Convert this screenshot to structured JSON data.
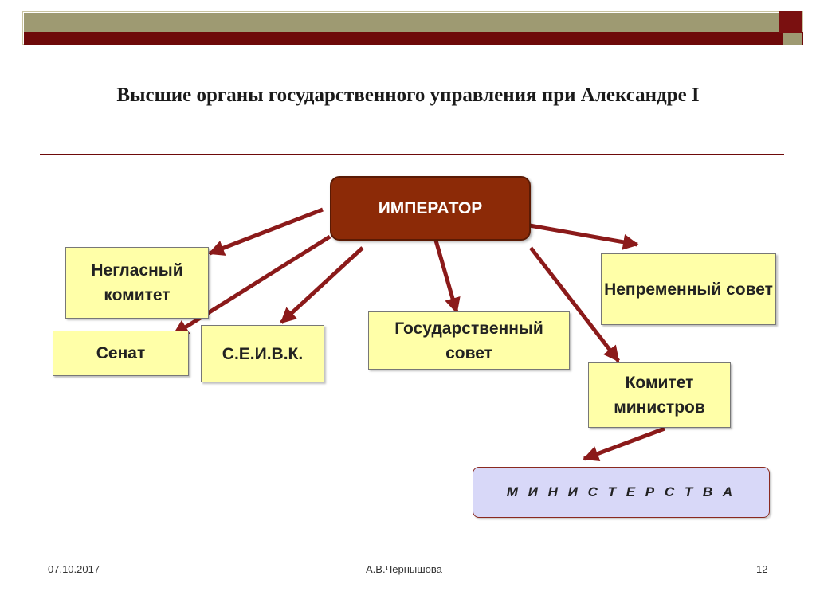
{
  "title": "Высшие органы государственного управления при Александре I",
  "nodes": {
    "emperor": "ИМПЕРАТОР",
    "secret_committee": "Негласный комитет",
    "senate": "Сенат",
    "seivk": "С.Е.И.В.К.",
    "state_council": "Государственный совет",
    "permanent_council": "Непременный совет",
    "committee_of_ministers": "Комитет министров",
    "ministries": "М И Н И С Т Е Р С Т В А"
  },
  "footer": {
    "date": "07.10.2017",
    "author": "А.В.Чернышова",
    "page": "12"
  },
  "colors": {
    "emperor_fill": "#8c2a07",
    "arrow": "#8b1a1a",
    "node_fill": "#ffffa8",
    "ministries_fill": "#d8d8f8",
    "header_olive": "#9e9a72",
    "header_maroon": "#6e0a0a"
  }
}
